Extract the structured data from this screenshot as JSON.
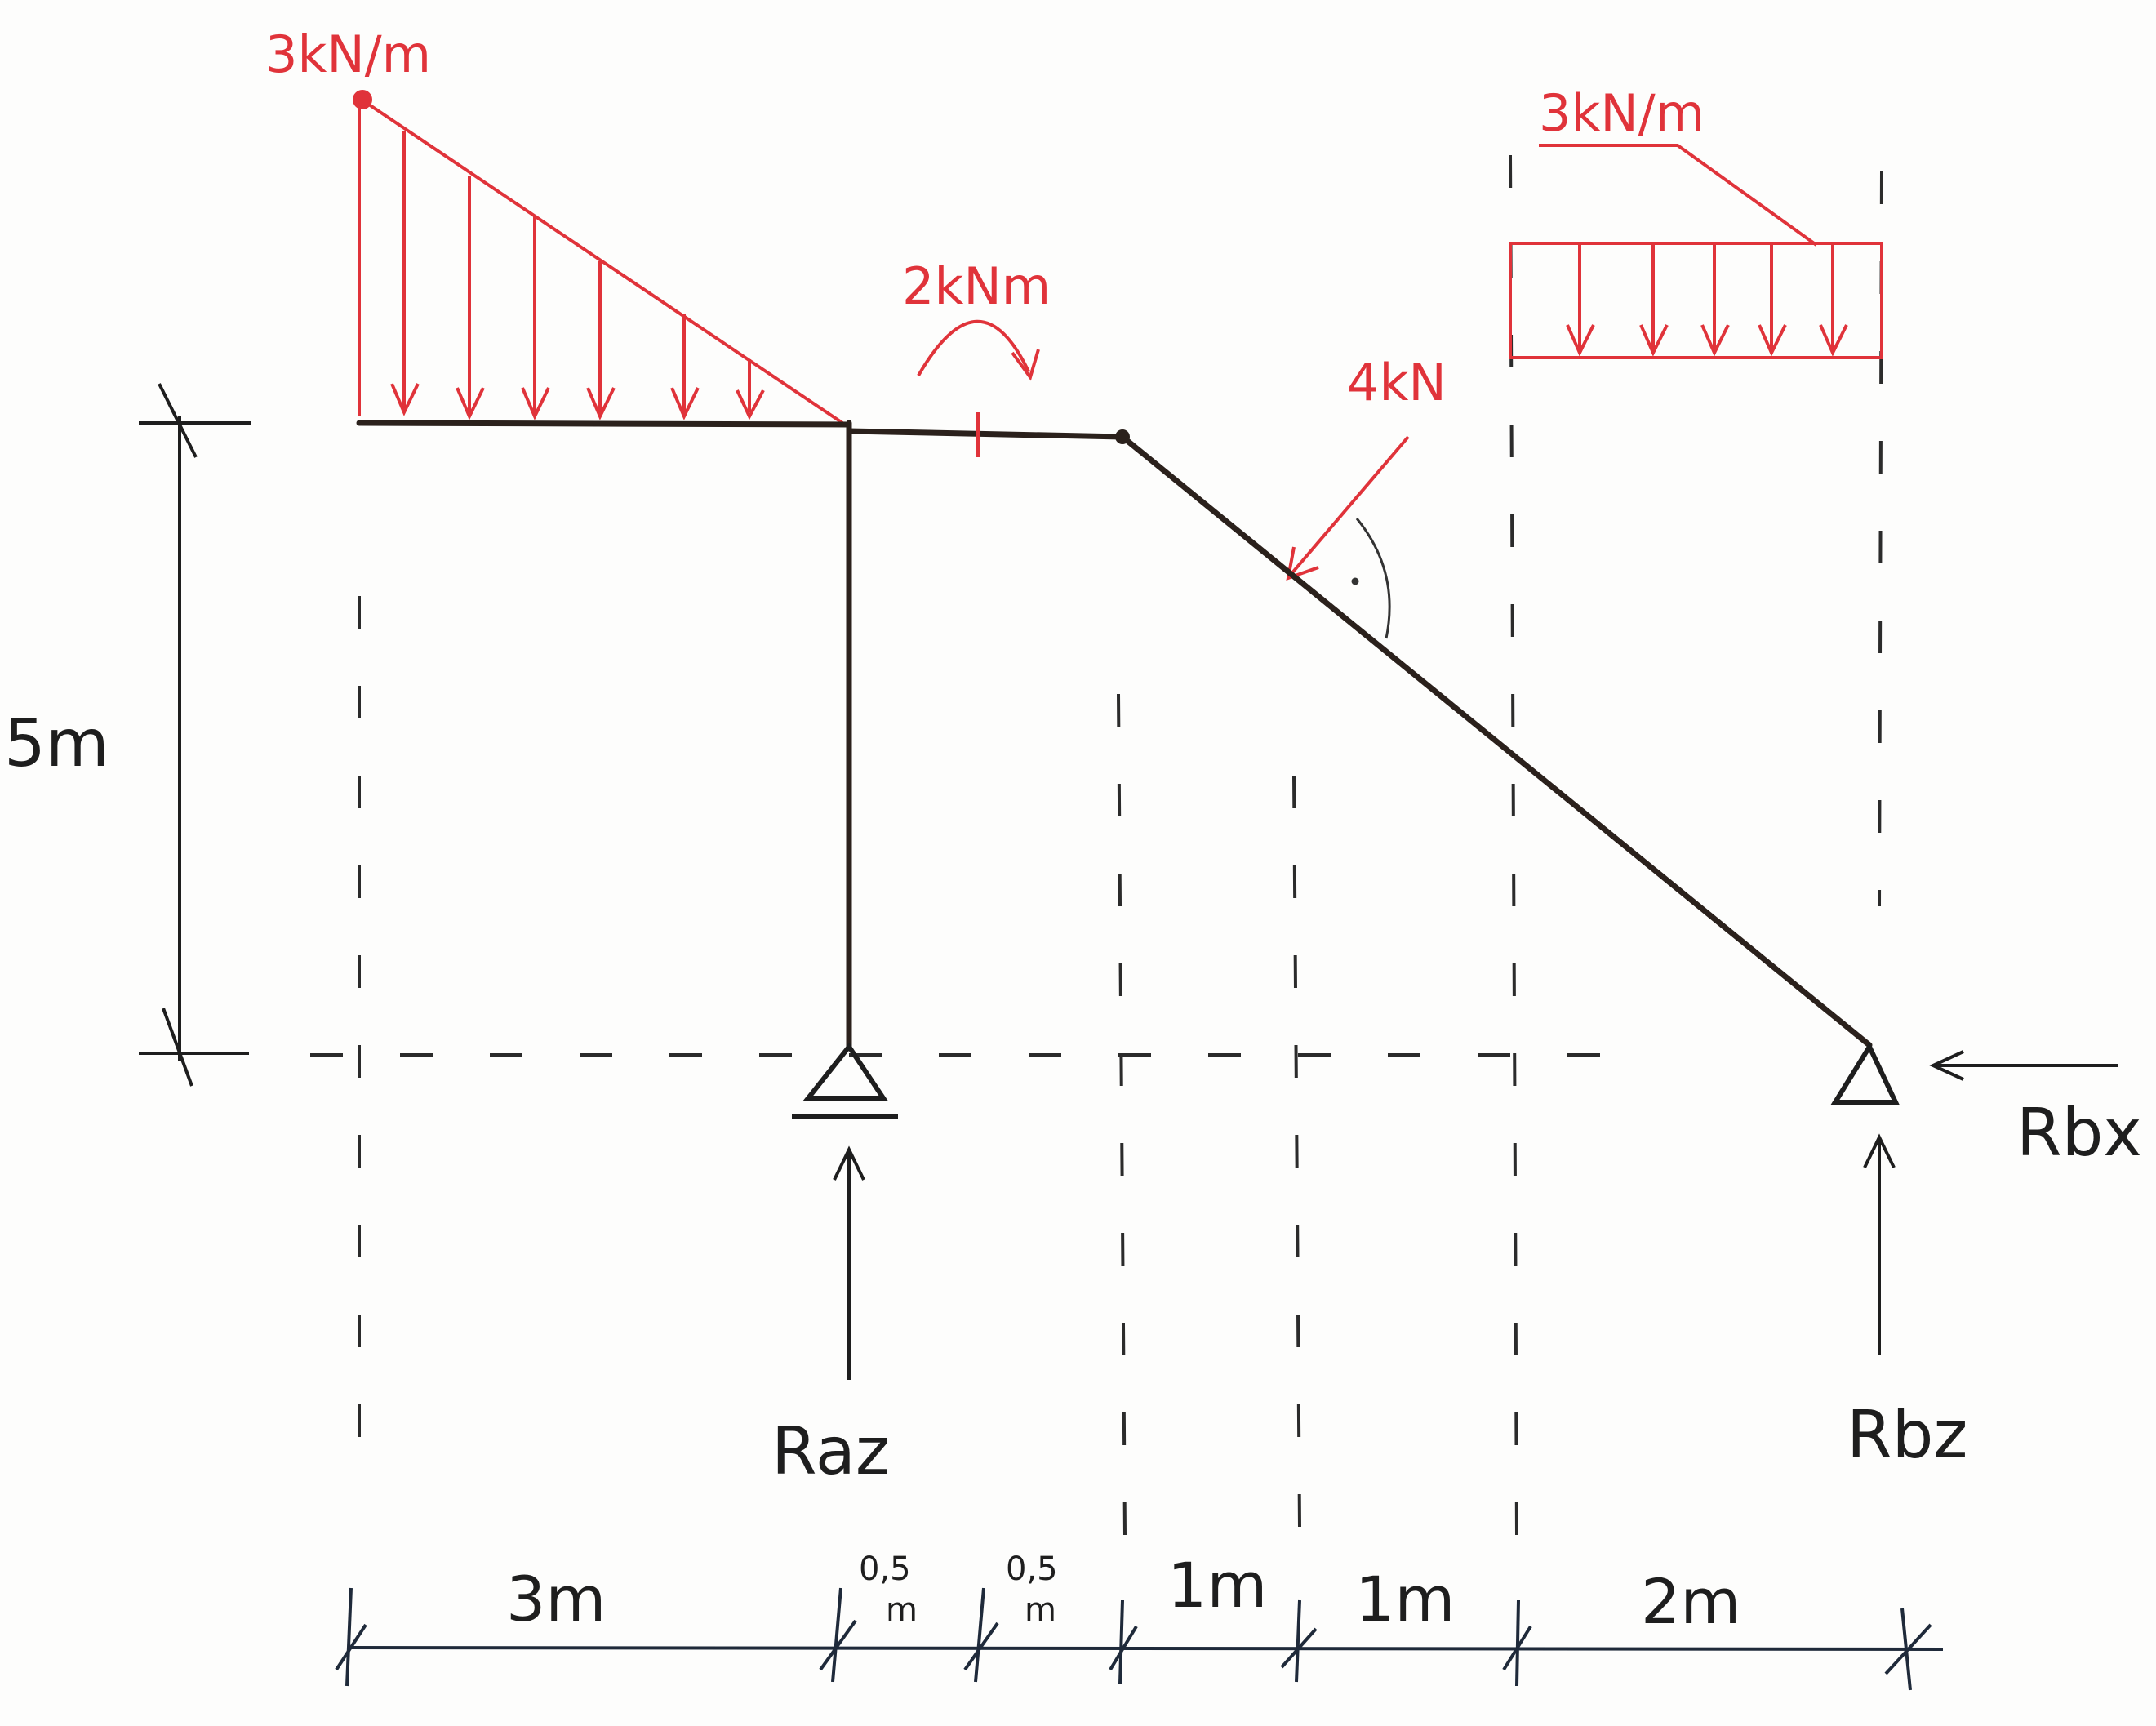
{
  "colors": {
    "structure": "#2b211c",
    "load": "#e0333a",
    "dimension": "#1e1e1e",
    "dimension_line": "#1f2a3a"
  },
  "loads": {
    "triangular_load": "3kN/m",
    "moment": "2kNm",
    "point_load": "4kN",
    "uniform_load": "3kN/m"
  },
  "reactions": {
    "a_vertical": "Raz",
    "b_horizontal": "Rbx",
    "b_vertical": "Rbz"
  },
  "dimensions": {
    "height": "5m",
    "spans": [
      "3m",
      "0,5",
      "m",
      "0,5",
      "m",
      "1m",
      "1m",
      "2m"
    ]
  }
}
